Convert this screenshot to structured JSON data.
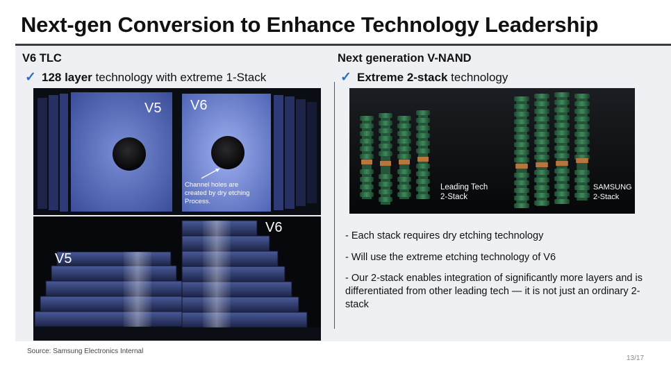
{
  "title": "Next-gen Conversion to Enhance Technology Leadership",
  "left": {
    "heading": "V6 TLC",
    "bullet_bold": "128 layer",
    "bullet_rest": " technology with extreme 1-Stack",
    "labels": {
      "v5_top": "V5",
      "v6_top": "V6",
      "channel_note_1": "Channel holes are",
      "channel_note_2": "created by dry etching",
      "channel_note_3": "Process.",
      "v5_bottom": "V5",
      "v6_bottom": "V6"
    }
  },
  "right": {
    "heading": "Next generation V-NAND",
    "bullet_bold": "Extreme 2-stack",
    "bullet_rest": " technology",
    "labels": {
      "leading_1": "Leading Tech",
      "leading_2": "2-Stack",
      "samsung_1": "SAMSUNG",
      "samsung_2": "2-Stack"
    },
    "bullets": [
      "- Each stack requires dry etching technology",
      "- Will use the extreme etching technology of V6",
      "- Our 2-stack enables integration of significantly more layers and is differentiated from other leading tech — it is not just an ordinary 2-stack"
    ]
  },
  "source": "Source: Samsung Electronics Internal",
  "page": "13/17",
  "colors": {
    "accent_check": "#2a6fc4",
    "title_rule": "#3a3a3a"
  }
}
